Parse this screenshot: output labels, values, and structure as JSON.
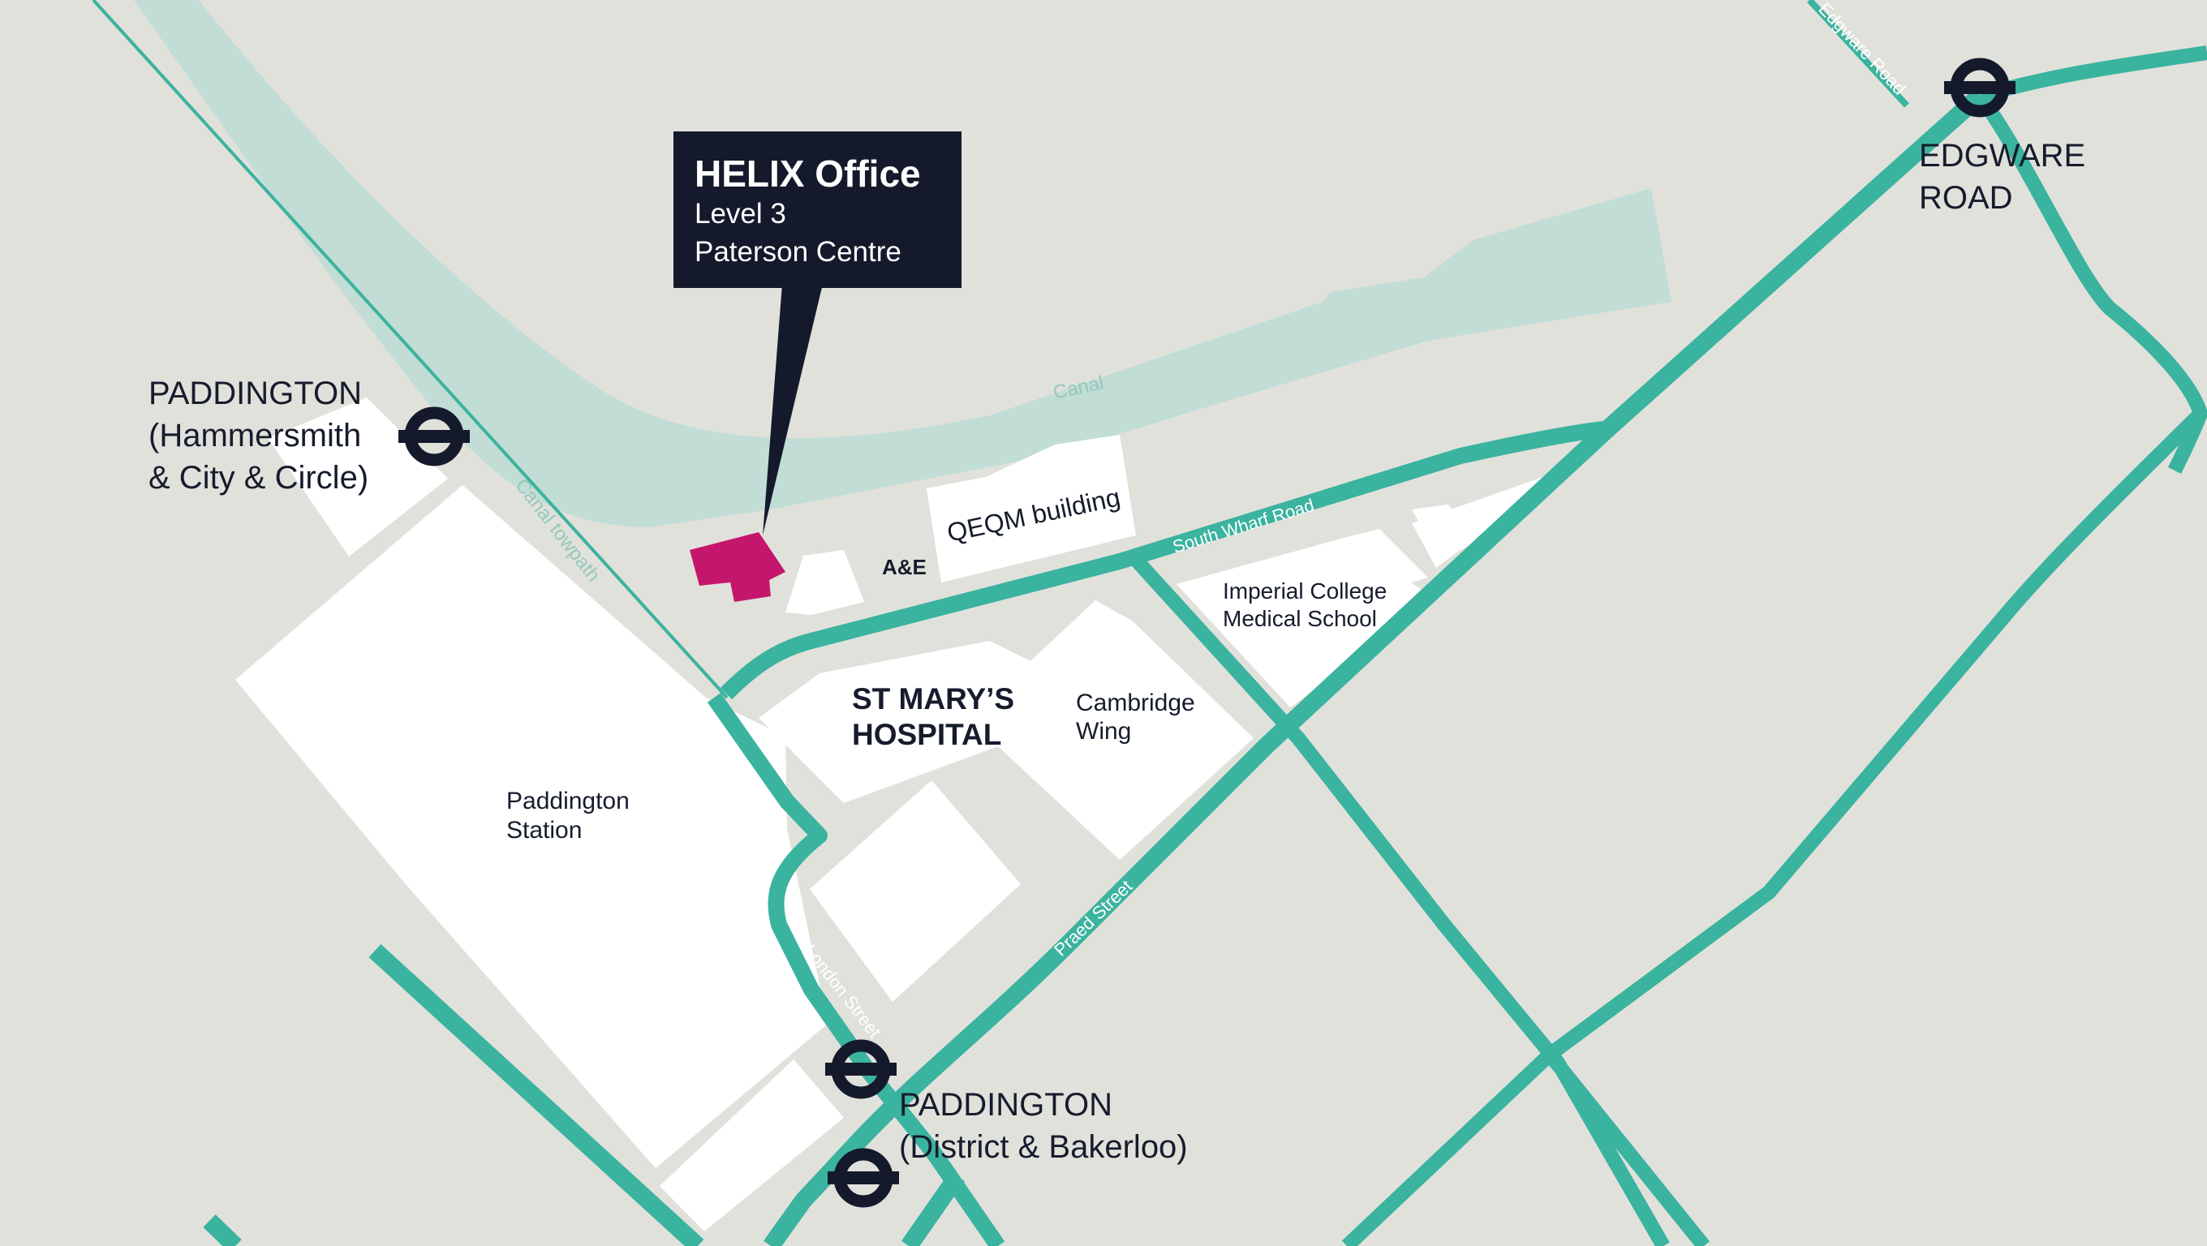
{
  "colors": {
    "background": "#e1e1dc",
    "canal": "#c1ddd6",
    "road": "#3ab39f",
    "building": "#ffffff",
    "site_marker": "#c4176b",
    "callout": "#141a2b",
    "tube_symbol": "#141a2b"
  },
  "callout": {
    "title": "HELIX Office",
    "line1": "Level 3",
    "line2": "Paterson Centre"
  },
  "stations": {
    "paddington_hc": {
      "line1": "PADDINGTON",
      "line2": "(Hammersmith",
      "line3": "& City & Circle)",
      "icon": "underground-roundel-icon"
    },
    "edgware": {
      "line1": "EDGWARE",
      "line2": "ROAD",
      "icon": "underground-roundel-icon"
    },
    "paddington_db": {
      "line1": "PADDINGTON",
      "line2": "(District & Bakerloo)",
      "icon": "underground-roundel-icon"
    }
  },
  "buildings": {
    "qeqm": "QEQM building",
    "ae": "A&E",
    "st_marys_1": "ST MARY’S",
    "st_marys_2": "HOSPITAL",
    "cambridge_1": "Cambridge",
    "cambridge_2": "Wing",
    "imperial_1": "Imperial College",
    "imperial_2": "Medical School",
    "paddington_station_1": "Paddington",
    "paddington_station_2": "Station"
  },
  "streets": {
    "edgware_road": "Edgware Road",
    "south_wharf_road": "South Wharf Road",
    "praed_street": "Praed Street",
    "london_street": "London Street",
    "canal_towpath": "Canal towpath"
  },
  "waterways": {
    "canal": "Canal"
  }
}
